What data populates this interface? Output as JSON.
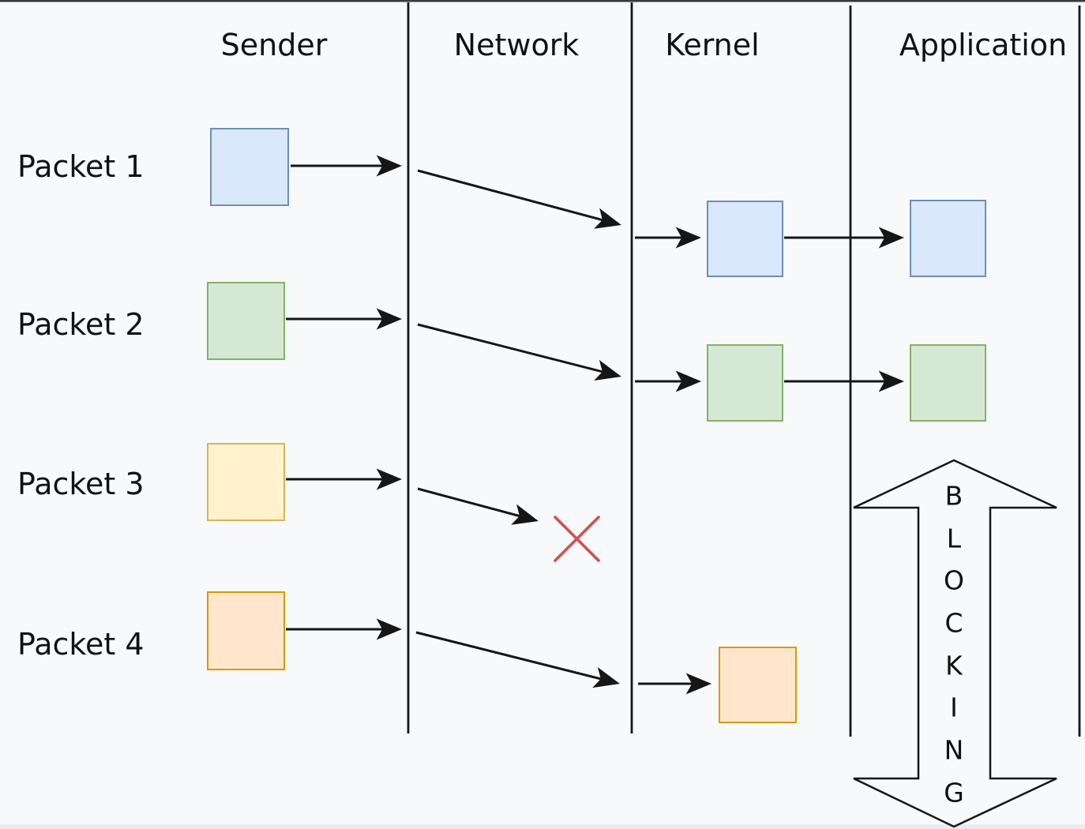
{
  "columns": [
    {
      "label": "Sender"
    },
    {
      "label": "Network"
    },
    {
      "label": "Kernel"
    },
    {
      "label": "Application"
    }
  ],
  "packets": [
    {
      "label": "Packet 1",
      "fill": "#dae8fc",
      "stroke": "#6c8ebf"
    },
    {
      "label": "Packet 2",
      "fill": "#d5e8d4",
      "stroke": "#82b366"
    },
    {
      "label": "Packet 3",
      "fill": "#fff2cc",
      "stroke": "#d6b656"
    },
    {
      "label": "Packet 4",
      "fill": "#ffe6cc",
      "stroke": "#d79b00"
    }
  ],
  "blocking": {
    "word": "BLOCKING",
    "letters": [
      "B",
      "L",
      "O",
      "C",
      "K",
      "I",
      "N",
      "G"
    ]
  },
  "lost_marker": {
    "color": "#d34f4f"
  },
  "diagram_colors": {
    "background": "#f8f9fb",
    "line": "#161616",
    "bottom_strip": "#e9ecef",
    "top_edge": "#3a3a3a"
  }
}
